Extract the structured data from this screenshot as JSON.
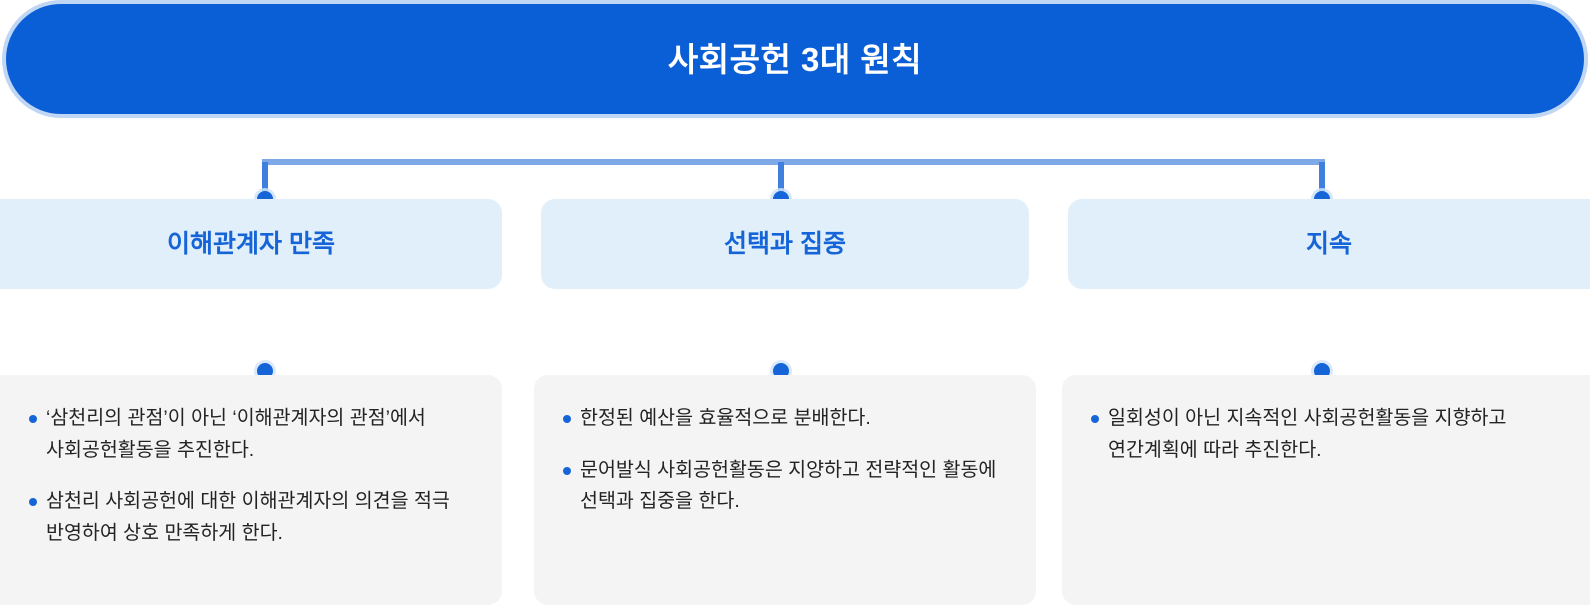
{
  "header": {
    "title": "사회공헌 3대 원칙"
  },
  "colors": {
    "header_bg": "#0b5fd6",
    "header_text": "#ffffff",
    "category_bg": "#e1effb",
    "category_text": "#1565d8",
    "panel_bg": "#f4f4f5",
    "body_text": "#232323",
    "connector_line": "#7fa9e6",
    "connector_dot": "#1565d8",
    "bullet_dot": "#1565d8"
  },
  "columns": [
    {
      "id": "stakeholder-satisfaction",
      "category_label": "이해관계자 만족",
      "bullets": [
        "‘삼천리의 관점’이 아닌 ‘이해관계자의 관점’에서 사회공헌활동을 추진한다.",
        "삼천리 사회공헌에 대한 이해관계자의 의견을 적극 반영하여 상호 만족하게 한다."
      ]
    },
    {
      "id": "selection-and-focus",
      "category_label": "선택과 집중",
      "bullets": [
        "한정된 예산을 효율적으로 분배한다.",
        "문어발식 사회공헌활동은 지양하고 전략적인 활동에 선택과 집중을 한다."
      ]
    },
    {
      "id": "continuity",
      "category_label": "지속",
      "bullets": [
        "일회성이 아닌 지속적인 사회공헌활동을 지향하고 연간계획에 따라 추진한다."
      ]
    }
  ],
  "icons": {
    "connector_dot": "connector-dot-icon",
    "bullet_dot": "bullet-dot-icon"
  }
}
